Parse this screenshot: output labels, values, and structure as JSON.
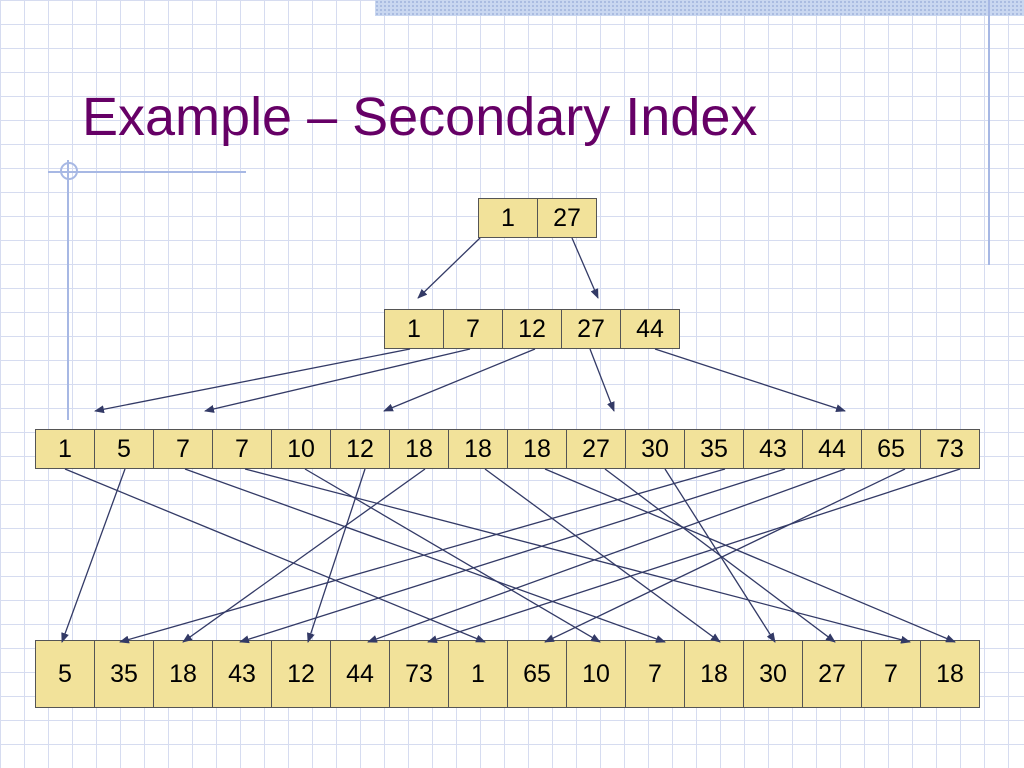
{
  "title": "Example – Secondary Index",
  "root": [
    "1",
    "27"
  ],
  "level1": [
    "1",
    "7",
    "12",
    "27",
    "44"
  ],
  "leaves": [
    "1",
    "5",
    "7",
    "7",
    "10",
    "12",
    "18",
    "18",
    "18",
    "27",
    "30",
    "35",
    "43",
    "44",
    "65",
    "73"
  ],
  "records": [
    "5",
    "35",
    "18",
    "43",
    "12",
    "44",
    "73",
    "1",
    "65",
    "10",
    "7",
    "18",
    "30",
    "27",
    "7",
    "18"
  ]
}
